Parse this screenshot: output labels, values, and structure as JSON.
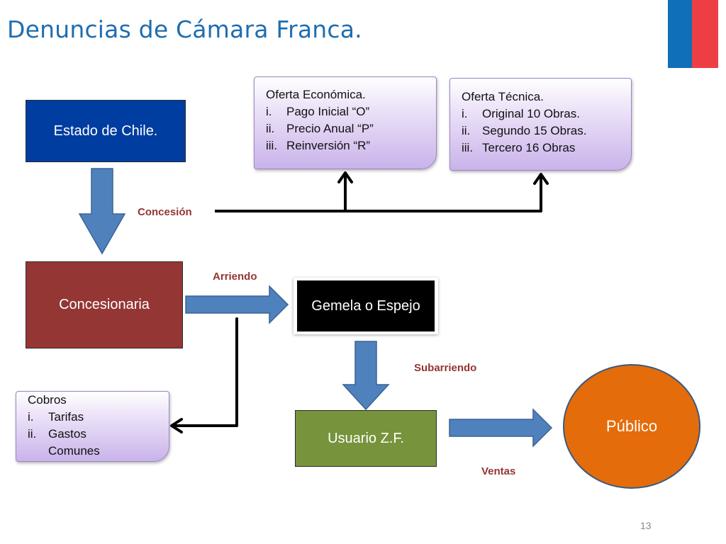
{
  "title": "Denuncias de Cámara Franca.",
  "nodes": {
    "estado": "Estado de Chile.",
    "concesionaria": "Concesionaria",
    "gemela": "Gemela o Espejo",
    "usuario": "Usuario Z.F.",
    "publico": "Público"
  },
  "oferta_economica": {
    "heading": "Oferta Económica.",
    "items": [
      {
        "num": "i.",
        "text": "Pago Inicial “O”"
      },
      {
        "num": "ii.",
        "text": "Precio Anual “P”"
      },
      {
        "num": "iii.",
        "text": "Reinversión “R”"
      }
    ]
  },
  "oferta_tecnica": {
    "heading": "Oferta Técnica.",
    "items": [
      {
        "num": "i.",
        "text": "Original 10 Obras."
      },
      {
        "num": "ii.",
        "text": "Segundo 15 Obras."
      },
      {
        "num": "iii.",
        "text": "Tercero 16 Obras"
      }
    ]
  },
  "cobros": {
    "heading": "Cobros",
    "items": [
      {
        "num": "i.",
        "text": "Tarifas"
      },
      {
        "num": "ii.",
        "text": "Gastos"
      },
      {
        "num": "",
        "text": "Comunes"
      }
    ]
  },
  "labels": {
    "concesion": "Concesión",
    "arriendo": "Arriendo",
    "subarriendo": "Subarriendo",
    "ventas": "Ventas"
  },
  "page_number": "13",
  "colors": {
    "estado": "#003da0",
    "concesionaria": "#943634",
    "gemela": "#000000",
    "usuario": "#77933c",
    "publico": "#e46c0a",
    "arrow": "#4f81bd",
    "label_text": "#943634",
    "title": "#1f6db0"
  }
}
